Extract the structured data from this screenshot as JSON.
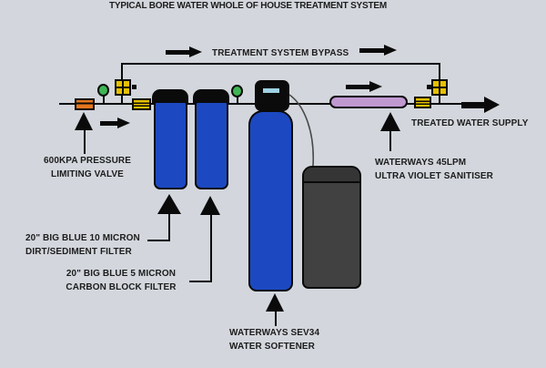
{
  "title": "TYPICAL BORE WATER WHOLE OF HOUSE TREATMENT SYSTEM",
  "bypass": {
    "label": "TREATMENT SYSTEM BYPASS"
  },
  "components": {
    "pressure_valve": {
      "label_line1": "600KPA PRESSURE",
      "label_line2": "LIMITING VALVE"
    },
    "sediment_filter": {
      "label_line1": "20\" BIG BLUE 10 MICRON",
      "label_line2": "DIRT/SEDIMENT FILTER"
    },
    "carbon_filter": {
      "label_line1": "20\" BIG BLUE 5 MICRON",
      "label_line2": "CARBON BLOCK FILTER"
    },
    "water_softener": {
      "label_line1": "WATERWAYS SEV34",
      "label_line2": "WATER SOFTENER"
    },
    "uv_sanitiser": {
      "label_line1": "WATERWAYS 45LPM",
      "label_line2": "ULTRA VIOLET SANITISER"
    }
  },
  "output": {
    "label": "TREATED WATER SUPPLY"
  },
  "colors": {
    "bg": "#d3d7dd",
    "line": "#0a0a0a",
    "text": "#1c1c1c",
    "cap_black": "#0b0b0b",
    "tank_blue": "#1c49c2",
    "brine_gray": "#414141",
    "brine_lid": "#353535",
    "uv_purple": "#bf98d0",
    "valve_orange": "#e5761c",
    "valve_yellow": "#e5c000",
    "gauge_green": "#3eb554",
    "screen_blue": "#9ed2e3"
  }
}
